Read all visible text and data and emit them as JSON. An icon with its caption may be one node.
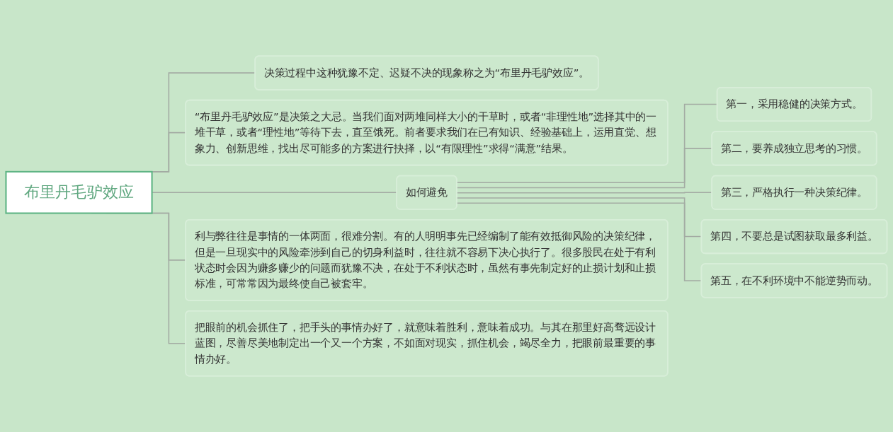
{
  "diagram": {
    "nodes": [
      {
        "text": [
          "布里丹毛驴效应"
        ]
      },
      {
        "text": [
          "决策过程中这种犹豫不定、迟疑不决的现象称之为“布里丹毛驴效应”。"
        ]
      },
      {
        "text": [
          "“布里丹毛驴效应”是决策之大忌。当我们面对两堆同样大小的干草时，或者“非理性地”选择其中的一堆干草，或者“理性地”等待下去，直至饿死。前者要求我们在已有知识、经验基础上，运用直觉、想象力、创新思维，找出尽可能多的方案进行抉择，以“有限理性”求得“满意”结果。"
        ]
      },
      {
        "text": [
          "如何避免"
        ]
      },
      {
        "text": [
          "第一，采用稳健的决策方式。"
        ]
      },
      {
        "text": [
          "第二，要养成独立思考的习惯。"
        ]
      },
      {
        "text": [
          "第三，严格执行一种决策纪律。"
        ]
      },
      {
        "text": [
          "第四，不要总是试图获取最多利益。"
        ]
      },
      {
        "text": [
          "第五，在不利环境中不能逆势而动。"
        ]
      },
      {
        "text": [
          "利与弊往往是事情的一体两面，很难分割。有的人明明事先已经编制了能有效抵御风险的决策纪律，但是一旦现实中的风险牵涉到自己的切身利益时，往往就不容易下决心执行了。很多股民在处于有利状态时会因为赚多赚少的问题而犹豫不决，在处于不利状态时，虽然有事先制定好的止损计划和止损标准，可常常因为最终使自己被套牢。"
        ]
      },
      {
        "text": [
          "把眼前的机会抓住了，把手头的事情办好了，就意味着胜利，意味着成功。与其在那里好高骛远设计蓝图，尽善尽美地制定出一个又一个方案，不如面对现实，抓住机会，竭尽全力，把眼前最重要的事情办好。"
        ]
      }
    ],
    "edges": [
      {
        "from": 0,
        "to": 1,
        "arrow": "none"
      },
      {
        "from": 0,
        "to": 2,
        "arrow": "none"
      },
      {
        "from": 0,
        "to": 3,
        "arrow": "none"
      },
      {
        "from": 3,
        "to": 4,
        "arrow": "none"
      },
      {
        "from": 3,
        "to": 5,
        "arrow": "none"
      },
      {
        "from": 3,
        "to": 6,
        "arrow": "none"
      },
      {
        "from": 3,
        "to": 7,
        "arrow": "none"
      },
      {
        "from": 3,
        "to": 8,
        "arrow": "none"
      },
      {
        "from": 0,
        "to": 9,
        "arrow": "none"
      },
      {
        "from": 0,
        "to": 10,
        "arrow": "none"
      }
    ]
  }
}
